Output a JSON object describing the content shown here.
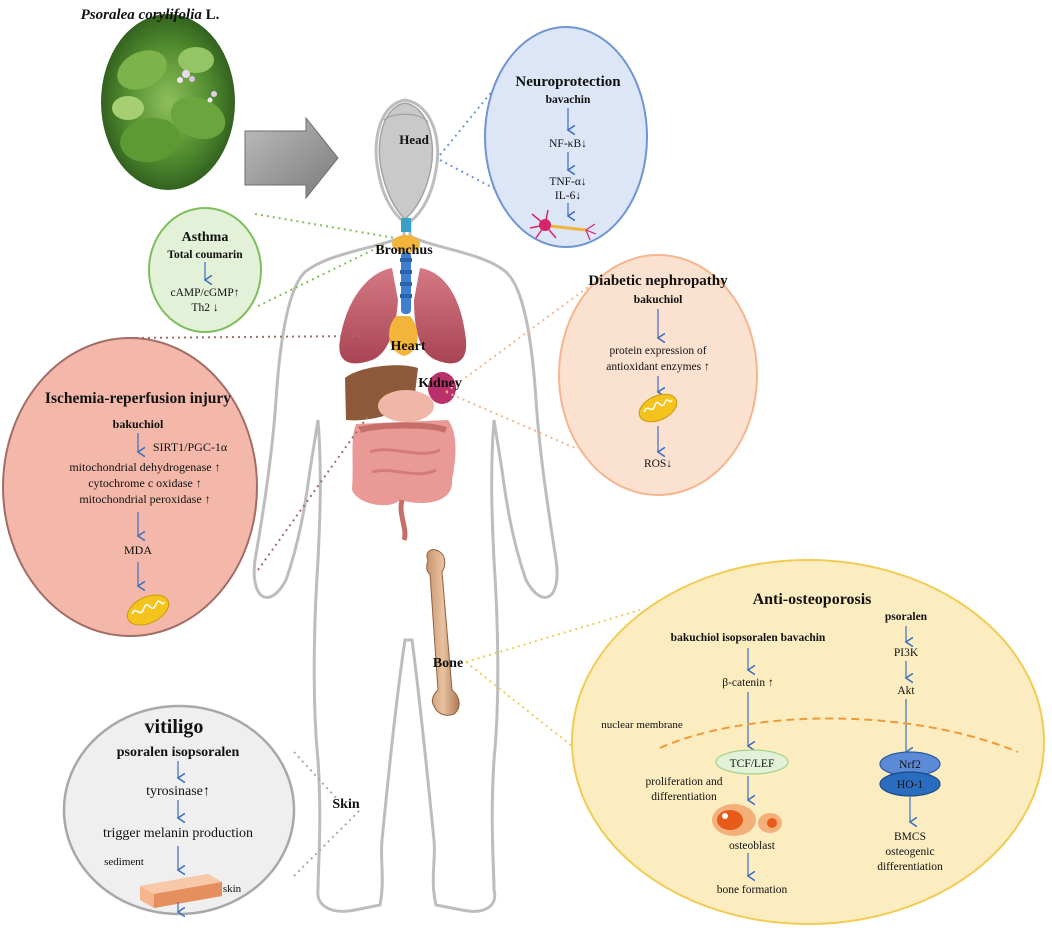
{
  "plant": {
    "name": "Psoralea corylifolia",
    "author": "L."
  },
  "organs": {
    "head": "Head",
    "bronchus": "Bronchus",
    "heart": "Heart",
    "kidney": "Kidney",
    "bone": "Bone",
    "skin": "Skin"
  },
  "neuroprotection": {
    "title": "Neuroprotection",
    "compound": "bavachin",
    "step1": "NF-κB↓",
    "step2a": "TNF-α↓",
    "step2b": "IL-6↓"
  },
  "asthma": {
    "title": "Asthma",
    "compound": "Total coumarin",
    "step1a": "cAMP/cGMP↑",
    "step1b": "Th2 ↓"
  },
  "ischemia": {
    "title": "Ischemia-reperfusion injury",
    "compound": "bakuchiol",
    "step1": "SIRT1/PGC-1α",
    "step2a": "mitochondrial dehydrogenase ↑",
    "step2b": "cytochrome c oxidase ↑",
    "step2c": "mitochondrial peroxidase ↑",
    "step3": "MDA"
  },
  "diabetic": {
    "title": "Diabetic nephropathy",
    "compound": "bakuchiol",
    "step1a": "protein expression of",
    "step1b": "antioxidant enzymes ↑",
    "step2": "ROS↓"
  },
  "vitiligo": {
    "title": "vitiligo",
    "compound": "psoralen isopsoralen",
    "step1": "tyrosinase↑",
    "step2": "trigger melanin production",
    "sediment": "sediment",
    "skin": "skin"
  },
  "osteo": {
    "title": "Anti-osteoporosis",
    "compoundLeft": "bakuchiol isopsoralen bavachin",
    "compoundRight": "psoralen",
    "betaCatenin": "β-catenin ↑",
    "pi3k": "PI3K",
    "akt": "Akt",
    "membrane": "nuclear membrane",
    "tcf": "TCF/LEF",
    "prolif1": "proliferation and",
    "prolif2": "differentiation",
    "nrf2": "Nrf2",
    "ho1": "HO-1",
    "osteoblast": "osteoblast",
    "bmcs1": "BMCS",
    "bmcs2": "osteogenic",
    "bmcs3": "differentiation",
    "boneFormation": "bone formation"
  },
  "colors": {
    "neuroFill": "#dce6f6",
    "neuroStroke": "#6f95d4",
    "asthmaFill": "#e3f1d8",
    "asthmaStroke": "#7fbe5e",
    "ischemiaFill": "#f3b8aa",
    "ischemiaStroke": "#a26d66",
    "diabeticFill": "#fbe1d0",
    "diabeticStroke": "#f3b68f",
    "vitiligoFill": "#efefef",
    "vitiligoStroke": "#a8a8a8",
    "osteoFill": "#fcedc0",
    "osteoStroke": "#f1cc55",
    "arrow": "#3e6fbf"
  }
}
